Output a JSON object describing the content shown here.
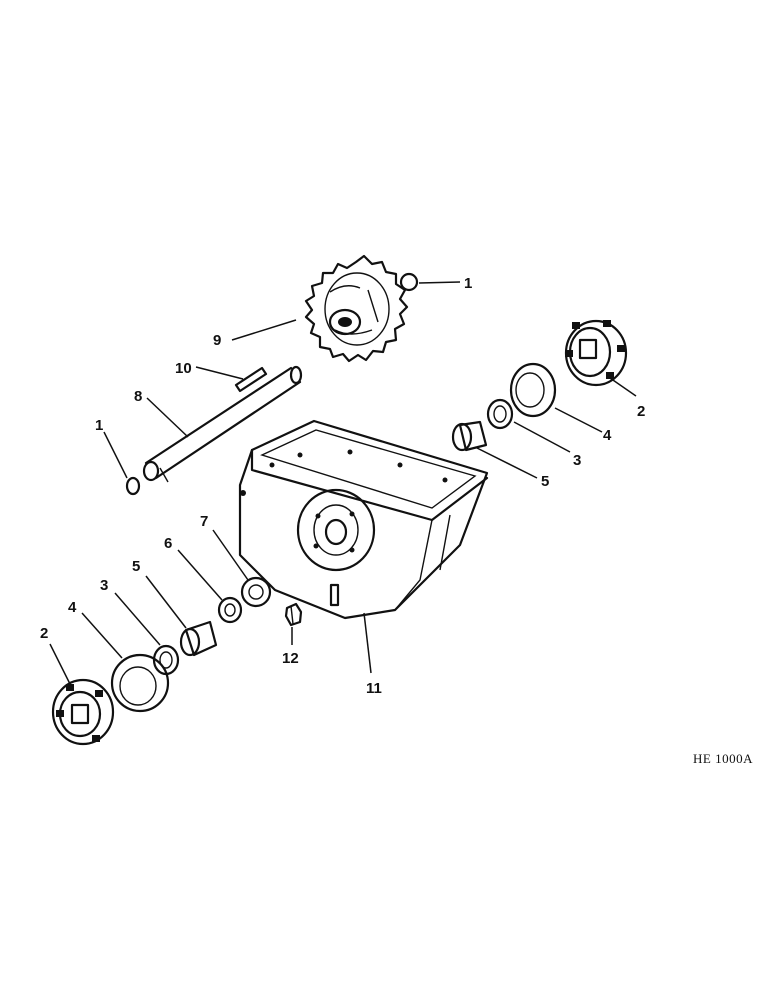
{
  "diagram": {
    "drawing_number": "HE 1000A",
    "callouts": [
      "1",
      "1",
      "2",
      "2",
      "3",
      "3",
      "4",
      "4",
      "5",
      "5",
      "6",
      "7",
      "8",
      "9",
      "10",
      "11",
      "12"
    ]
  }
}
